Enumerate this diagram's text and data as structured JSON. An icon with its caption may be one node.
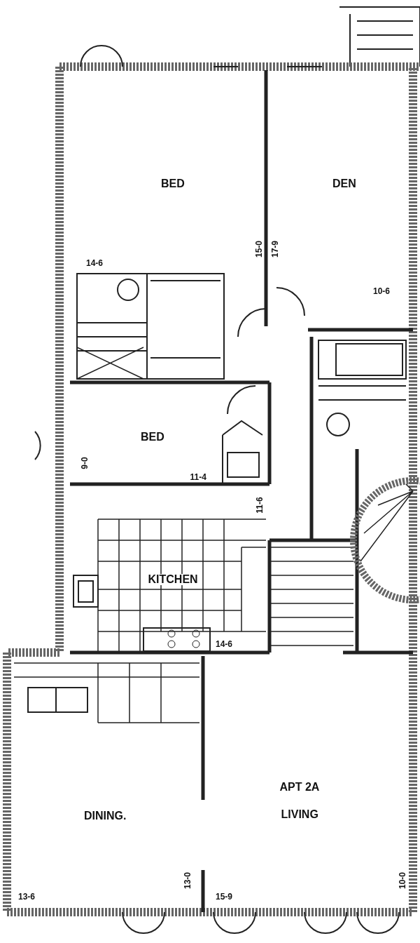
{
  "diagram": {
    "labels": [
      "BED",
      "DEN",
      "14-6",
      "15-0",
      "17-9",
      "10-6",
      "BED",
      "9-0",
      "11-4",
      "11-6",
      "KITCHEN",
      "14-6",
      "APT 2A",
      "LIVING",
      "DINING.",
      "13-6",
      "13-0",
      "15-9",
      "10-0"
    ]
  }
}
